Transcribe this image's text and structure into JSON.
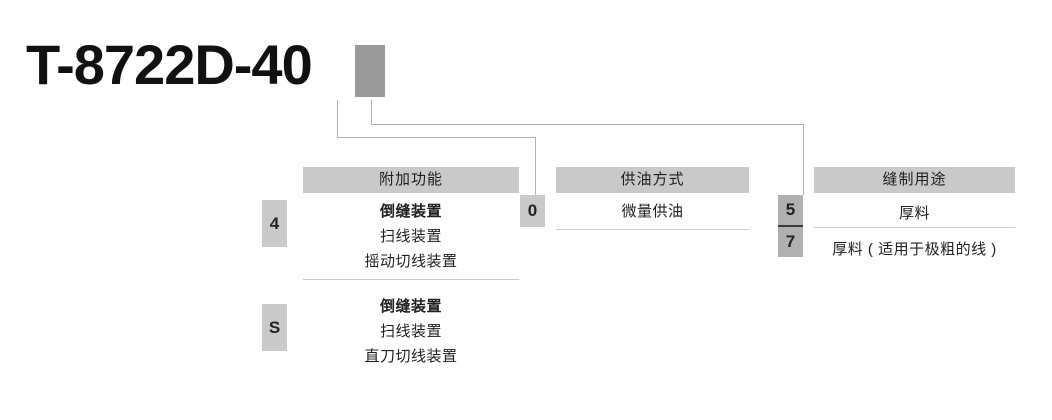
{
  "title": {
    "model_number": "T-8722D-40",
    "slot_placeholder": "variable-code-block"
  },
  "columns": [
    {
      "id": "additional-functions",
      "header": "附加功能",
      "rows": [
        {
          "code": "4",
          "lines": [
            "倒缝装置",
            "扫线装置",
            "摇动切线装置"
          ]
        },
        {
          "code": "S",
          "lines": [
            "倒缝装置",
            "扫线装置",
            "直刀切线装置"
          ]
        }
      ]
    },
    {
      "id": "lubrication-method",
      "header": "供油方式",
      "rows": [
        {
          "code": "0",
          "lines": [
            "微量供油"
          ]
        }
      ]
    },
    {
      "id": "sewing-purpose",
      "header": "缝制用途",
      "rows": [
        {
          "code": "5",
          "lines": [
            "厚料"
          ]
        },
        {
          "code": "7",
          "lines": [
            "厚料 ( 适用于极粗的线 )"
          ]
        }
      ]
    }
  ],
  "colors": {
    "header_bar": "#c9c9c9",
    "badge": "#c9c9c9",
    "badge_stack": "#b0b0b0",
    "slot_block": "#9a9a9a",
    "connector_line": "#b2b2b2",
    "divider": "#cccccc",
    "text": "#1f1f1f"
  }
}
